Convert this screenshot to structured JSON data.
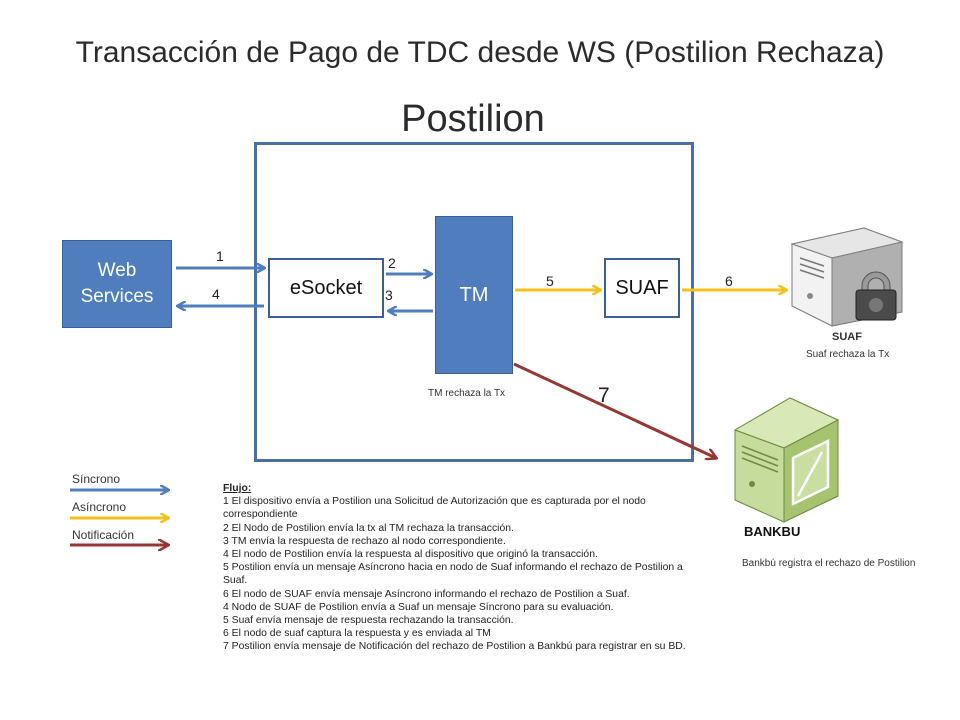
{
  "title": "Transacción de Pago de TDC desde WS (Postilion Rechaza)",
  "subtitle": "Postilion",
  "nodes": {
    "web_services": "Web Services",
    "esocket": "eSocket",
    "tm": "TM",
    "suaf": "SUAF"
  },
  "labels": {
    "n1": "1",
    "n2": "2",
    "n3": "3",
    "n4": "4",
    "n5": "5",
    "n6": "6",
    "n7": "7",
    "tm_rechaza": "TM rechaza la Tx",
    "suaf_server": "SUAF",
    "suaf_rechaza": "Suaf rechaza la Tx",
    "bankbu_server": "BANKBU",
    "bankbu_registra": "Bankbú  registra el rechazo de Postilion"
  },
  "legend": {
    "sincrono": "Síncrono",
    "asincrono": "Asíncrono",
    "notificacion": "Notificación"
  },
  "flow": {
    "title": "Flujo:",
    "lines": [
      "1 El dispositivo envía a Postilion una Solicitud de Autorización que es capturada por el nodo correspondiente",
      "2 El Nodo de Postilion envía la tx al TM  rechaza la transacción.",
      "3 TM envía la respuesta de rechazo al nodo correspondiente.",
      "4 El nodo de Postilion envía la respuesta al dispositivo que originó la transacción.",
      "5 Postilion envía un mensaje Asíncrono hacia en nodo de Suaf informando el rechazo de Postilion a Suaf.",
      "6 El nodo de SUAF envía  mensaje Asíncrono informando el rechazo de Postilion a Suaf.",
      "4 Nodo de SUAF de Postilion envía a Suaf un mensaje Síncrono para su evaluación.",
      "5 Suaf envía mensaje de respuesta rechazando la transacción.",
      "6 El nodo de suaf captura la respuesta y es enviada al TM",
      "7 Postilion envía  mensaje de Notificación del rechazo de Postilion a Bankbú para registrar en su BD."
    ]
  },
  "colors": {
    "sync": "#4f7dbd",
    "async": "#f5c21b",
    "notification": "#953734",
    "box_border": "#4a6fa5"
  }
}
